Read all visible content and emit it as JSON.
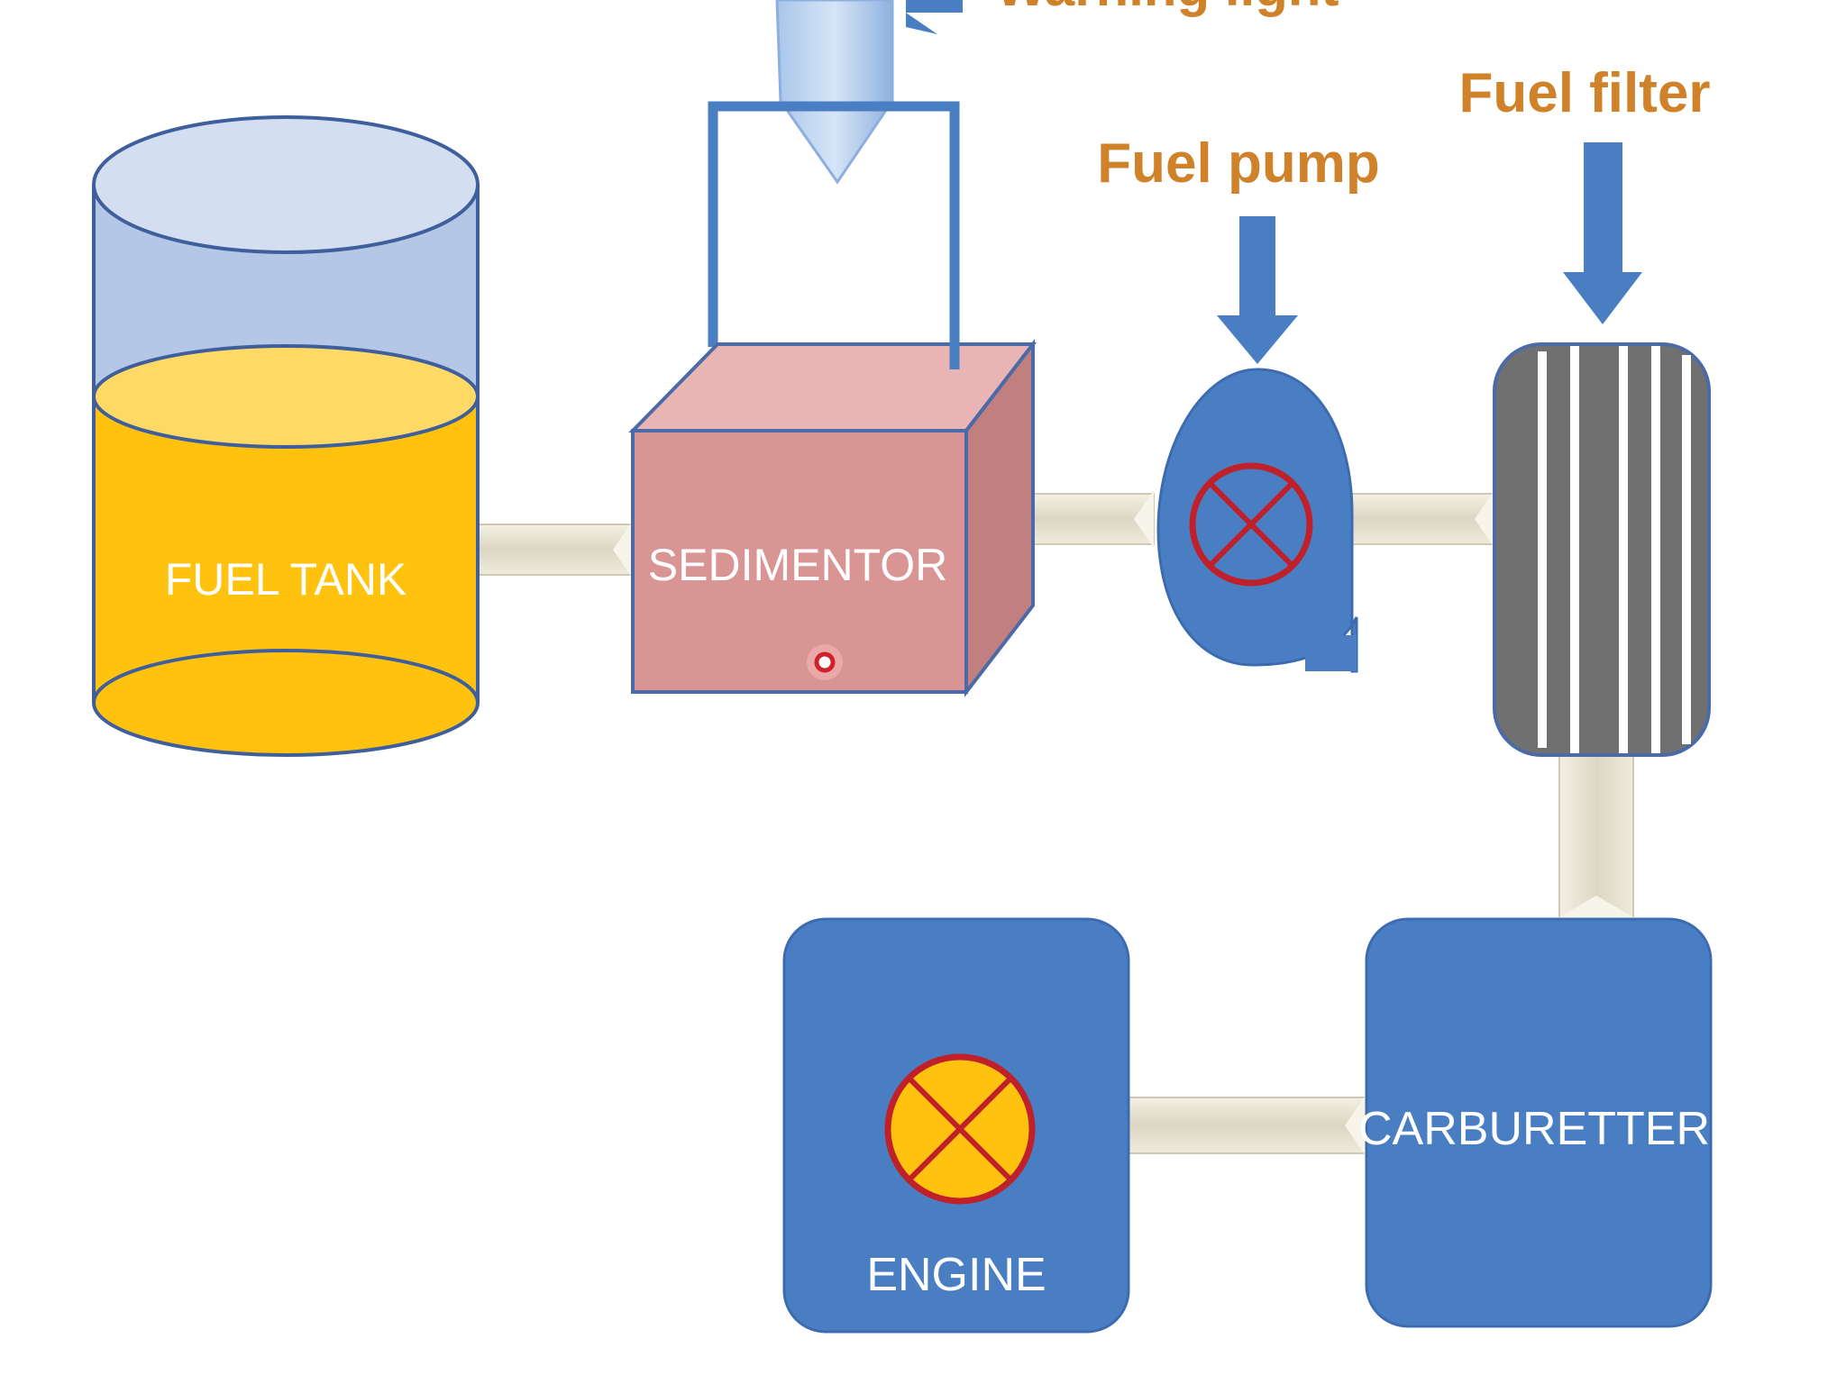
{
  "labels": {
    "warning_light": "Warning light",
    "fuel_filter": "Fuel filter",
    "fuel_pump": "Fuel pump",
    "fuel_tank": "FUEL TANK",
    "sedimentor": "SEDIMENTOR",
    "carburetter": "CARBURETTER",
    "engine": "ENGINE"
  },
  "colors": {
    "component_blue": "#4a7ec2",
    "label_orange": "#d0822a",
    "fuel_yellow": "#ffc20e",
    "sedimentor_pink": "#d99494",
    "pipe_beige": "#e8e4d3",
    "cross_red": "#c0202a"
  }
}
